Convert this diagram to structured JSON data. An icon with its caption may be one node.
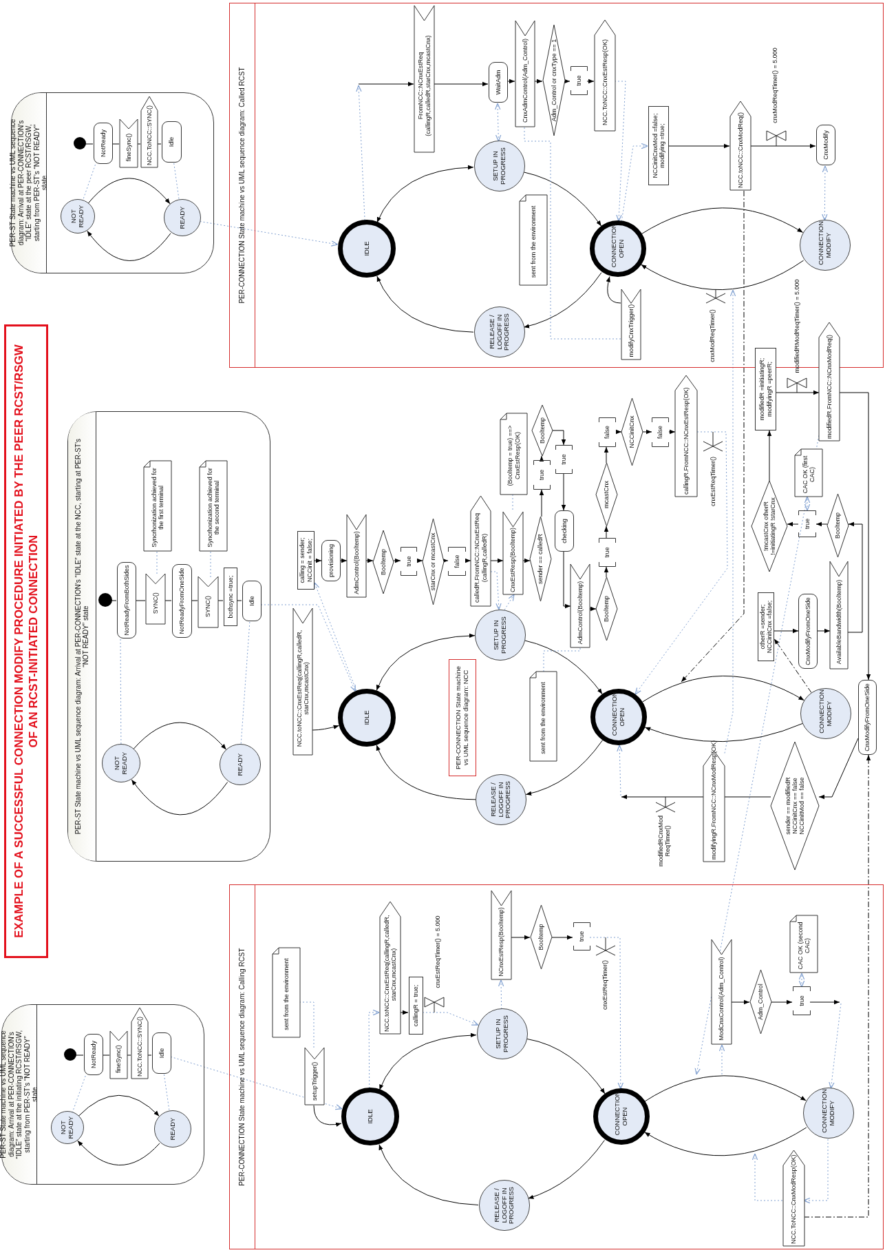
{
  "diagram": {
    "title": "EXAMPLE OF A SUCCESSFUL CONNECTION MODIFY PROCEDURE INITIATED BY THE PEER RCST/RSGW OF AN RCST-INITIATED CONNECTION",
    "nodes": [
      {
        "text": [
          "PER-ST State machine vs UML sequence diagram: Arrival at PER-CONNECTION’s “IDLE” state at the peer RCST/RSGW, starting from PER-ST’s “NOT READY” state"
        ]
      },
      {
        "text": [],
        "shape": "circle",
        "in": 0
      },
      {
        "text": [
          "NotReady"
        ],
        "in": 0
      },
      {
        "text": [
          "fineSync()"
        ],
        "in": 0
      },
      {
        "text": [
          "NCC.ToNCC::SYNC()"
        ],
        "in": 0
      },
      {
        "text": [
          "Idle"
        ],
        "in": 0
      },
      {
        "text": [
          "NOT READY"
        ],
        "in": 0
      },
      {
        "text": [
          "READY"
        ],
        "in": 0
      },
      {
        "text": [
          "PER-CONNECTION State machine vs UML sequence diagram: Called RCST"
        ]
      },
      {
        "text": [
          "IDLE"
        ],
        "in": 8
      },
      {
        "text": [
          "SETUP IN PROGRESS"
        ],
        "in": 8
      },
      {
        "text": [
          "CONNECTION OPEN"
        ],
        "in": 8
      },
      {
        "text": [
          "RELEASE / LOGOFF IN PROGRESS"
        ],
        "in": 8
      },
      {
        "text": [
          "CONNECTION MODIFY"
        ],
        "in": 8
      },
      {
        "text": [
          "FromNCC::NCnxEstReq (callingR,calledR,starCnx,mcastCnx)"
        ],
        "in": 8
      },
      {
        "text": [
          "WaitAdm"
        ],
        "in": 8
      },
      {
        "text": [
          "CnxAdmControl(Adm_Control)"
        ],
        "in": 8
      },
      {
        "text": [
          "Adm_Control or cnxType == 1"
        ],
        "in": 8
      },
      {
        "text": [
          "true"
        ],
        "in": 8
      },
      {
        "text": [
          "NCC.ToNCC::CnxEstResp(OK)"
        ],
        "in": 8
      },
      {
        "text": [
          "sent from the environment"
        ],
        "in": 8
      },
      {
        "text": [
          "modifyCnxTrigger()"
        ],
        "in": 8
      },
      {
        "text": [
          "NCCinitCnxMod =false; modifying =true;"
        ],
        "in": 8
      },
      {
        "text": [
          "NCC.toNCC::CnxModReq()"
        ],
        "in": 8
      },
      {
        "text": [
          "CnxModify"
        ],
        "in": 8
      },
      {
        "text": [
          "PER-ST State machine vs UML sequence diagram: Arrival at PER-CONNECTION’s “IDLE” state at the NCC, starting at PER-ST’s “NOT READY” state"
        ]
      },
      {
        "text": [],
        "shape": "circle",
        "in": 25
      },
      {
        "text": [
          "NotReadyFromBothSides"
        ],
        "in": 25
      },
      {
        "text": [
          "SYNC()"
        ],
        "in": 25
      },
      {
        "text": [
          "Syncrhonization achieved for the first terminal"
        ],
        "in": 25
      },
      {
        "text": [
          "NotReadyFromOneSide"
        ],
        "in": 25
      },
      {
        "text": [
          "SYNC()"
        ],
        "in": 25
      },
      {
        "text": [
          "Syncrhonization achieved for the second terminal"
        ],
        "in": 25
      },
      {
        "text": [
          "bothsync =true;"
        ],
        "in": 25
      },
      {
        "text": [
          "Idle"
        ],
        "in": 25
      },
      {
        "text": [
          "NOT READY"
        ],
        "in": 25
      },
      {
        "text": [
          "READY"
        ],
        "in": 25
      },
      {
        "text": [
          "IDLE"
        ]
      },
      {
        "text": [
          "SETUP IN PROGRESS"
        ]
      },
      {
        "text": [
          "CONNECTION OPEN"
        ]
      },
      {
        "text": [
          "RELEASE / LOGOFF IN PROGRESS"
        ]
      },
      {
        "text": [
          "CONNECTION MODIFY"
        ]
      },
      {
        "text": [
          "PER-CONNECTION State machine vs UML sequence diagram: NCC"
        ]
      },
      {
        "text": [
          "sent from the environment"
        ]
      },
      {
        "text": [
          "NCC.toNCC::CnxEstReq(callingR,calledR, starCnx,mcastCnx)"
        ]
      },
      {
        "text": [
          "calling = sender; NCCinit = false;"
        ]
      },
      {
        "text": [
          "provisioning"
        ]
      },
      {
        "text": [
          "AdmControl(Booltemp)"
        ]
      },
      {
        "text": [
          "Booltemp"
        ]
      },
      {
        "text": [
          "true"
        ]
      },
      {
        "text": [
          "starCnx or mcastCnx"
        ]
      },
      {
        "text": [
          "false"
        ]
      },
      {
        "text": [
          "calledR.FromNCC::NCnxEstReq (callingR,calledR)"
        ]
      },
      {
        "text": [
          "CnxEstResp(Booltemp)"
        ]
      },
      {
        "text": [
          "(Booltemp = true) ==> CnxEstResp(OK)"
        ]
      },
      {
        "text": [
          "sender == calledR"
        ]
      },
      {
        "text": [
          "true"
        ]
      },
      {
        "text": [
          "Booltemp"
        ]
      },
      {
        "text": [
          "true"
        ]
      },
      {
        "text": [
          "checking"
        ]
      },
      {
        "text": [
          "AdmControl(Booltemp)"
        ]
      },
      {
        "text": [
          "Booltemp"
        ]
      },
      {
        "text": [
          "true"
        ]
      },
      {
        "text": [
          "mcastCnx"
        ]
      },
      {
        "text": [
          "false"
        ]
      },
      {
        "text": [
          "NCCinitCnx"
        ]
      },
      {
        "text": [
          "false"
        ]
      },
      {
        "text": [
          "callingR.FromNCC::NCnxEstResp(OK)"
        ]
      },
      {
        "text": [
          "otherR =sender; NCCinitCnx =false;"
        ]
      },
      {
        "text": [
          "CnxModifyFromOneSide"
        ]
      },
      {
        "text": [
          "AvailableBandwidth(Booltemp)"
        ]
      },
      {
        "text": [
          "Booltemp"
        ]
      },
      {
        "text": [
          "true"
        ]
      },
      {
        "text": [
          "CAC OK (first CAC)"
        ]
      },
      {
        "text": [
          "!mcastCnx otherR !=initiatingR !starCnx"
        ]
      },
      {
        "text": [
          "modifiedR =initiatingR; modifyingR =peerR;"
        ]
      },
      {
        "text": [
          "modifiedR.FromNCC::NCnxModReq()"
        ]
      },
      {
        "text": [
          "CnxModifyFromOneSide"
        ]
      },
      {
        "text": [
          "sender == modifiedR NCCinitCnx == false NCCinitMod == false"
        ]
      },
      {
        "text": [
          "modifyingR.FromNCC::NCnxModResp(OK)"
        ]
      },
      {
        "text": [
          "PER-CONNECTION State machine vs UML sequence diagram: Calling RCST"
        ]
      },
      {
        "text": [
          "PER-ST State machine vs UML sequence diagram: Arrival at PER-CONNECTION’s “IDLE” state at the initiating RCST/RSGW, starting from PER-ST’s “NOT READY” state"
        ]
      },
      {
        "text": [],
        "shape": "circle",
        "in": 81
      },
      {
        "text": [
          "NotReady"
        ],
        "in": 81
      },
      {
        "text": [
          "fineSync()"
        ],
        "in": 81
      },
      {
        "text": [
          "NCC.ToNCC::SYNC()"
        ],
        "in": 81
      },
      {
        "text": [
          "Idle"
        ],
        "in": 81
      },
      {
        "text": [
          "NOT READY"
        ],
        "in": 81
      },
      {
        "text": [
          "READY"
        ],
        "in": 81
      },
      {
        "text": [
          "sent from the environment"
        ],
        "in": 80
      },
      {
        "text": [
          "setupTrigger()"
        ],
        "in": 80
      },
      {
        "text": [
          "IDLE"
        ],
        "in": 80
      },
      {
        "text": [
          "SETUP IN PROGRESS"
        ],
        "in": 80
      },
      {
        "text": [
          "CONNECTION OPEN"
        ],
        "in": 80
      },
      {
        "text": [
          "RELEASE / LOGOFF IN PROGRESS"
        ],
        "in": 80
      },
      {
        "text": [
          "CONNECTION MODIFY"
        ],
        "in": 80
      },
      {
        "text": [
          "NCC.toNCC::CnxEstReq(callingR,calledR, starCnx,mcastCnx)"
        ],
        "in": 80
      },
      {
        "text": [
          "callingR = true;"
        ],
        "in": 80
      },
      {
        "text": [
          "NCnxEstResp(Booltemp)"
        ],
        "in": 80
      },
      {
        "text": [
          "Booltemp"
        ],
        "in": 80
      },
      {
        "text": [
          "true"
        ],
        "in": 80
      },
      {
        "text": [
          "ModCnxControl(Adm_Control)"
        ],
        "in": 80
      },
      {
        "text": [
          "Adm_Control"
        ],
        "in": 80
      },
      {
        "text": [
          "true"
        ],
        "in": 80
      },
      {
        "text": [
          "CAC OK (second CAC)"
        ],
        "in": 80
      },
      {
        "text": [
          "NCC.ToNCC::CnxModResp(OK)"
        ],
        "in": 80
      }
    ],
    "edges": [
      {
        "from": 1,
        "to": 2,
        "arrow": "none"
      },
      {
        "from": 2,
        "to": 3,
        "arrow": "none"
      },
      {
        "from": 3,
        "to": 4,
        "arrow": "none"
      },
      {
        "from": 4,
        "to": 5,
        "arrow": "none"
      },
      {
        "from": 6,
        "to": 7,
        "arrow": "to"
      },
      {
        "from": 7,
        "to": 6,
        "arrow": "to"
      },
      {
        "from": 2,
        "to": 6,
        "arrow": "none",
        "style": "dashed",
        "color": "#7f9fd0"
      },
      {
        "from": 5,
        "to": 7,
        "arrow": "none",
        "style": "dashed",
        "color": "#7f9fd0"
      },
      {
        "from": 7,
        "to": 9,
        "arrow": "to",
        "style": "dashed",
        "color": "#7f9fd0"
      },
      {
        "from": 9,
        "to": 10,
        "arrow": "both"
      },
      {
        "from": 10,
        "to": 11,
        "arrow": "to"
      },
      {
        "from": 11,
        "to": 12,
        "arrow": "to"
      },
      {
        "from": 12,
        "to": 9,
        "arrow": "to"
      },
      {
        "from": 11,
        "to": 13,
        "arrow": "to"
      },
      {
        "from": 13,
        "to": 11,
        "arrow": "to"
      },
      {
        "from": 9,
        "to": null,
        "arrow": "to",
        "style": "dashed",
        "color": "#7f9fd0"
      },
      {
        "from": null,
        "to": 14,
        "arrow": "to"
      },
      {
        "from": 14,
        "to": 15,
        "arrow": "to"
      },
      {
        "from": 15,
        "to": 16,
        "arrow": "to"
      },
      {
        "from": 16,
        "to": 17,
        "arrow": "to"
      },
      {
        "from": 17,
        "to": 18,
        "arrow": "to"
      },
      {
        "from": 18,
        "to": 19,
        "arrow": "to"
      },
      {
        "from": 19,
        "to": 11,
        "arrow": "to",
        "style": "dashed",
        "color": "#7f9fd0"
      },
      {
        "from": 10,
        "to": 15,
        "arrow": "both",
        "style": "dashed",
        "color": "#7f9fd0"
      },
      {
        "from": 11,
        "to": 22,
        "arrow": "to",
        "style": "dashed",
        "color": "#7f9fd0"
      },
      {
        "from": 22,
        "to": 23,
        "arrow": "to"
      },
      {
        "from": 23,
        "to": 24,
        "arrow": "to"
      },
      {
        "from": 24,
        "to": 13,
        "arrow": "both",
        "style": "dashed",
        "color": "#7f9fd0"
      },
      {
        "from": 21,
        "to": 11,
        "arrow": "to"
      },
      {
        "from": 16,
        "to": 21,
        "arrow": "none",
        "style": "dashed",
        "color": "#7f9fd0"
      },
      {
        "from": 23,
        "to": null,
        "arrow": "to",
        "style": "dashed"
      },
      {
        "from": 41,
        "to": 68,
        "arrow": "to",
        "style": "dashed"
      },
      {
        "from": 105,
        "to": 77,
        "arrow": "to",
        "style": "dashed"
      },
      {
        "from": 79,
        "to": null,
        "arrow": "to",
        "style": "dashed",
        "color": "#7f9fd0"
      },
      {
        "from": 76,
        "to": null,
        "arrow": "to",
        "style": "dashed",
        "color": "#7f9fd0"
      },
      {
        "from": 26,
        "to": 27,
        "arrow": "none"
      },
      {
        "from": 27,
        "to": 28,
        "arrow": "none"
      },
      {
        "from": 28,
        "to": 30,
        "arrow": "none"
      },
      {
        "from": 30,
        "to": 31,
        "arrow": "none"
      },
      {
        "from": 31,
        "to": 33,
        "arrow": "none"
      },
      {
        "from": 33,
        "to": 34,
        "arrow": "none"
      },
      {
        "from": 35,
        "to": 36,
        "arrow": "to"
      },
      {
        "from": 36,
        "to": 35,
        "arrow": "to"
      },
      {
        "from": 27,
        "to": 35,
        "arrow": "none",
        "style": "dashed",
        "color": "#7f9fd0"
      },
      {
        "from": 34,
        "to": 36,
        "arrow": "none",
        "style": "dashed",
        "color": "#7f9fd0"
      },
      {
        "from": 29,
        "to": 28,
        "arrow": "none",
        "style": "dashed",
        "color": "#7f9fd0"
      },
      {
        "from": 32,
        "to": 31,
        "arrow": "none",
        "style": "dashed",
        "color": "#7f9fd0"
      },
      {
        "from": 34,
        "to": 37,
        "arrow": "to",
        "style": "dashed",
        "color": "#7f9fd0"
      },
      {
        "from": 44,
        "to": 37,
        "arrow": "to"
      },
      {
        "from": 37,
        "to": 45,
        "arrow": "to",
        "style": "dashed",
        "color": "#7f9fd0"
      },
      {
        "from": 37,
        "to": 38,
        "arrow": "both"
      },
      {
        "from": 38,
        "to": 39,
        "arrow": "to"
      },
      {
        "from": 39,
        "to": 40,
        "arrow": "to"
      },
      {
        "from": 40,
        "to": 37,
        "arrow": "to"
      },
      {
        "from": 39,
        "to": 41,
        "arrow": "to"
      },
      {
        "from": 41,
        "to": 39,
        "arrow": "to"
      },
      {
        "from": 45,
        "to": 46,
        "arrow": "to"
      },
      {
        "from": 46,
        "to": 47,
        "arrow": "to"
      },
      {
        "from": 47,
        "to": 48,
        "arrow": "to"
      },
      {
        "from": 48,
        "to": 49,
        "arrow": "to"
      },
      {
        "from": 49,
        "to": 50,
        "arrow": "to"
      },
      {
        "from": 50,
        "to": 51,
        "arrow": "to"
      },
      {
        "from": 51,
        "to": 52,
        "arrow": "to"
      },
      {
        "from": 52,
        "to": 53,
        "arrow": "to"
      },
      {
        "from": 53,
        "to": 55,
        "arrow": "to"
      },
      {
        "from": 55,
        "to": 56,
        "arrow": "to"
      },
      {
        "from": 56,
        "to": 57,
        "arrow": "to"
      },
      {
        "from": 57,
        "to": 58,
        "arrow": "to"
      },
      {
        "from": 58,
        "to": 59,
        "arrow": "to"
      },
      {
        "from": 59,
        "to": 60,
        "arrow": "to"
      },
      {
        "from": 60,
        "to": 61,
        "arrow": "to"
      },
      {
        "from": 61,
        "to": 62,
        "arrow": "to"
      },
      {
        "from": 62,
        "to": 63,
        "arrow": "to"
      },
      {
        "from": 63,
        "to": 64,
        "arrow": "to"
      },
      {
        "from": 64,
        "to": 65,
        "arrow": "to"
      },
      {
        "from": 65,
        "to": 66,
        "arrow": "to"
      },
      {
        "from": 66,
        "to": 67,
        "arrow": "to"
      },
      {
        "from": 67,
        "to": 39,
        "arrow": "to",
        "style": "dashed",
        "color": "#7f9fd0"
      },
      {
        "from": 52,
        "to": 38,
        "arrow": "to",
        "style": "dashed",
        "color": "#7f9fd0"
      },
      {
        "from": 38,
        "to": 53,
        "arrow": "to",
        "style": "dashed",
        "color": "#7f9fd0"
      },
      {
        "from": 54,
        "to": 53,
        "arrow": "none",
        "style": "dashed",
        "color": "#7f9fd0"
      },
      {
        "from": 43,
        "to": 60,
        "arrow": "none",
        "style": "dashed",
        "color": "#7f9fd0"
      },
      {
        "from": 68,
        "to": 69,
        "arrow": "to"
      },
      {
        "from": 69,
        "to": 70,
        "arrow": "to"
      },
      {
        "from": 70,
        "to": 71,
        "arrow": "to"
      },
      {
        "from": 71,
        "to": 72,
        "arrow": "to"
      },
      {
        "from": 72,
        "to": 74,
        "arrow": "to"
      },
      {
        "from": 74,
        "to": 75,
        "arrow": "to"
      },
      {
        "from": 72,
        "to": 73,
        "arrow": "both",
        "style": "dashed",
        "color": "#7f9fd0"
      },
      {
        "from": 75,
        "to": 76,
        "arrow": "to"
      },
      {
        "from": 76,
        "to": 77,
        "arrow": "to"
      },
      {
        "from": 77,
        "to": 78,
        "arrow": "to"
      },
      {
        "from": 78,
        "to": 79,
        "arrow": "none"
      },
      {
        "from": 79,
        "to": null,
        "arrow": "to"
      },
      {
        "from": null,
        "to": 39,
        "arrow": "to",
        "style": "dashed",
        "color": "#7f9fd0"
      },
      {
        "from": 82,
        "to": 83,
        "arrow": "none"
      },
      {
        "from": 83,
        "to": 84,
        "arrow": "none"
      },
      {
        "from": 84,
        "to": 85,
        "arrow": "none"
      },
      {
        "from": 85,
        "to": 86,
        "arrow": "none"
      },
      {
        "from": 87,
        "to": 88,
        "arrow": "to"
      },
      {
        "from": 88,
        "to": 87,
        "arrow": "to"
      },
      {
        "from": 83,
        "to": 87,
        "arrow": "none",
        "style": "dashed",
        "color": "#7f9fd0"
      },
      {
        "from": 86,
        "to": 88,
        "arrow": "none",
        "style": "dashed",
        "color": "#7f9fd0"
      },
      {
        "from": 86,
        "to": 91,
        "arrow": "to",
        "style": "dashed",
        "color": "#7f9fd0"
      },
      {
        "from": 89,
        "to": 90,
        "arrow": "none",
        "style": "dashed",
        "color": "#7f9fd0"
      },
      {
        "from": 90,
        "to": 91,
        "arrow": "to"
      },
      {
        "from": 91,
        "to": 96,
        "arrow": "to",
        "style": "dashed",
        "color": "#7f9fd0"
      },
      {
        "from": 96,
        "to": 97,
        "arrow": "to"
      },
      {
        "from": 97,
        "to": 92,
        "arrow": "to",
        "style": "dashed",
        "color": "#7f9fd0"
      },
      {
        "from": 91,
        "to": 92,
        "arrow": "both"
      },
      {
        "from": 92,
        "to": 93,
        "arrow": "to"
      },
      {
        "from": 93,
        "to": 94,
        "arrow": "to"
      },
      {
        "from": 94,
        "to": 91,
        "arrow": "to"
      },
      {
        "from": 93,
        "to": 95,
        "arrow": "to"
      },
      {
        "from": 95,
        "to": 93,
        "arrow": "to"
      },
      {
        "from": 92,
        "to": 98,
        "arrow": "to",
        "style": "dashed",
        "color": "#7f9fd0"
      },
      {
        "from": 98,
        "to": 99,
        "arrow": "to"
      },
      {
        "from": 99,
        "to": 100,
        "arrow": "to"
      },
      {
        "from": 100,
        "to": 93,
        "arrow": "to",
        "style": "dashed",
        "color": "#7f9fd0"
      },
      {
        "from": null,
        "to": 101,
        "arrow": "to",
        "style": "dashed",
        "color": "#7f9fd0"
      },
      {
        "from": 101,
        "to": 102,
        "arrow": "to"
      },
      {
        "from": 102,
        "to": 103,
        "arrow": "to"
      },
      {
        "from": 103,
        "to": null,
        "arrow": "to"
      },
      {
        "from": null,
        "to": 95,
        "arrow": "to",
        "style": "dashed",
        "color": "#7f9fd0"
      },
      {
        "from": 103,
        "to": 104,
        "arrow": "both",
        "style": "dashed",
        "color": "#7f9fd0"
      },
      {
        "from": 95,
        "to": 105,
        "arrow": "to",
        "style": "dashed",
        "color": "#7f9fd0"
      },
      {
        "from": 105,
        "to": null,
        "arrow": "to",
        "style": "dashed",
        "color": "#7f9fd0"
      }
    ],
    "labels": [
      "cnxModReqTimer() = 5.000",
      "cnxModReqTimer()",
      "modifiedRModReqTimer() = 5.000",
      "cnxEstReqTimer()",
      "modifiedRCnxMod ReqTimer()",
      "cnxEstReqTimer() = 5.000",
      "cnxEstReqTimer()"
    ]
  }
}
